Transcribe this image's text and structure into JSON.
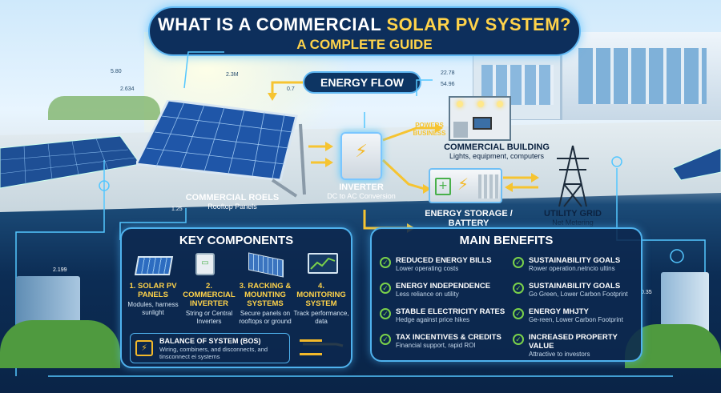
{
  "title": {
    "line1_prefix": "WHAT IS A COMMERCIAL ",
    "line1_highlight": "SOLAR PV SYSTEM?",
    "line2": "A COMPLETE GUIDE"
  },
  "energy_flow": {
    "label": "ENERGY FLOW"
  },
  "nodes": {
    "panels": {
      "title": "COMMERCIAL ROELS",
      "subtitle": "Rooftop Panels"
    },
    "inverter": {
      "title": "INVERTER",
      "subtitle": "DC to AC Conversion"
    },
    "powers": {
      "text": "POWERS BUSINESS"
    },
    "building": {
      "title": "COMMERCIAL BUILDING",
      "subtitle": "Lights, equipment, computers"
    },
    "storage": {
      "title": "ENERGY STORAGE / BATTERY"
    },
    "grid": {
      "title": "UTILITY GRID",
      "subtitle": "Net Metering"
    }
  },
  "readouts": [
    "2.3M",
    "2.634",
    "5.80",
    "22.78",
    "54.96",
    "1.25",
    "2.199",
    "0.35",
    "0.7"
  ],
  "key_components": {
    "title": "KEY COMPONENTS",
    "items": [
      {
        "title": "1. SOLAR PV PANELS",
        "desc": "Modules, harness sunlight"
      },
      {
        "title": "2. COMMERCIAL INVERTER",
        "desc": "String or Central Inverters"
      },
      {
        "title": "3. RACKING & MOUNTING SYSTEMS",
        "desc": "Secure panels on rooftops or ground"
      },
      {
        "title": "4. MONITORING SYSTEM",
        "desc": "Track performance, data"
      }
    ],
    "bos": {
      "title": "BALANCE OF SYSTEM (BOS)",
      "desc": "Wiring, combiners, and disconnects, and tinsconnect ei systems"
    }
  },
  "main_benefits": {
    "title": "MAIN BENEFITS",
    "items": [
      {
        "title": "REDUCED ENERGY BILLS",
        "desc": "Lower operating costs"
      },
      {
        "title": "SUSTAINABILITY GOALS",
        "desc": "Rower operation.netncio ultins"
      },
      {
        "title": "ENERGY INDEPENDENCE",
        "desc": "Less reliance on utility"
      },
      {
        "title": "SUSTAINABILITY GOALS",
        "desc": "Go Green, Lower Carbon Footprint"
      },
      {
        "title": "STABLE ELECTRICITY RATES",
        "desc": "Hedge against price hikes"
      },
      {
        "title": "ENERGY MHJTY",
        "desc": "Ge-reen, Lower Carbon Footprint"
      },
      {
        "title": "TAX INCENTIVES & CREDITS",
        "desc": "Financial support, rapid ROI"
      },
      {
        "title": "INCREASED PROPERTY VALUE",
        "desc": "Attractive to investors"
      }
    ]
  },
  "colors": {
    "accent": "#ffd34a",
    "glow": "#54c7ff",
    "check": "#7ad14a",
    "navy": "#0d2f5c"
  }
}
